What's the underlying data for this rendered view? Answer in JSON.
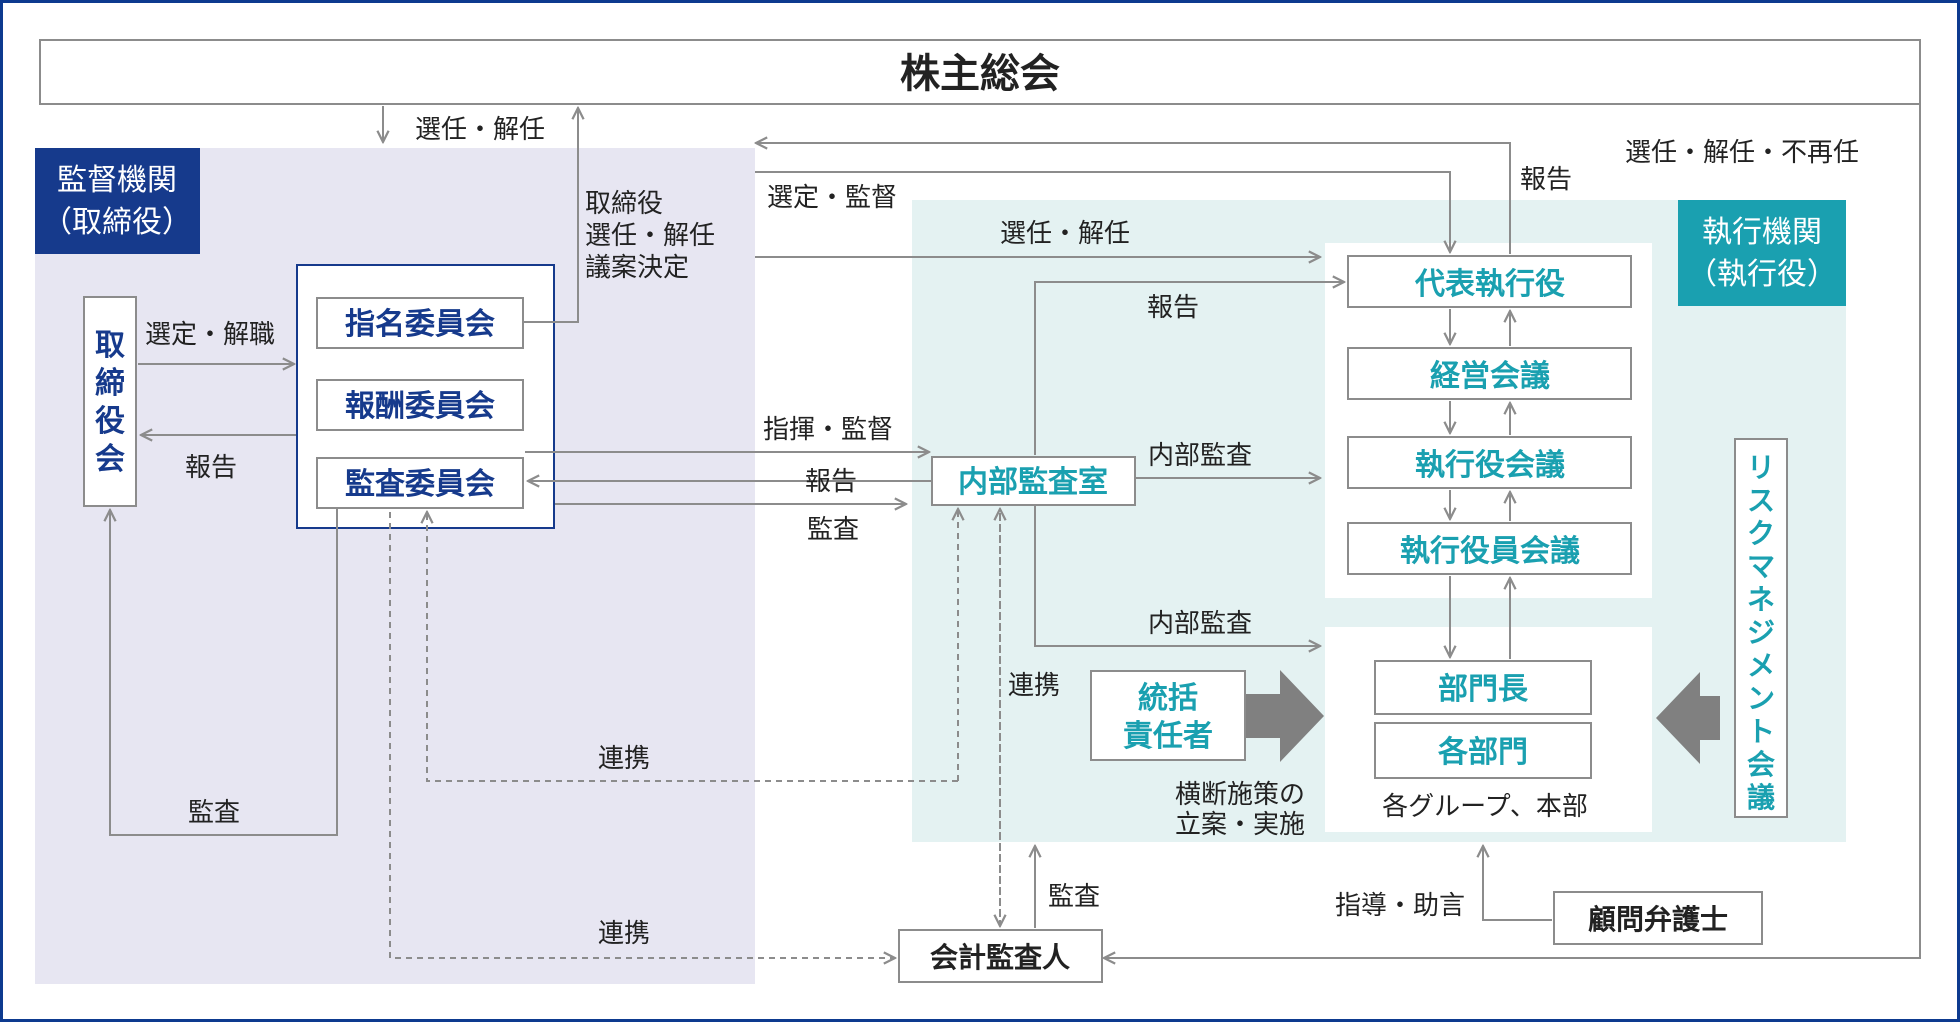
{
  "colors": {
    "frame": "#0d3a8f",
    "supervisory_bg": "#e7e6f2",
    "executive_bg": "#e4f2f2",
    "navy": "#163a8c",
    "teal": "#1aa0b0",
    "text": "#222222",
    "line": "#8c8c8c"
  },
  "shareholders": {
    "title": "株主総会"
  },
  "supervisory": {
    "badge_line1": "監督機関",
    "badge_line2": "（取締役）",
    "board_chars": [
      "取",
      "締",
      "役",
      "会"
    ],
    "committees": {
      "nomination": "指名委員会",
      "compensation": "報酬委員会",
      "audit": "監査委員会"
    }
  },
  "executive": {
    "badge_line1": "執行機関",
    "badge_line2": "（執行役）",
    "ceo": "代表執行役",
    "management_meeting": "経営会議",
    "exec_officers_meeting": "執行役会議",
    "exec_members_meeting": "執行役員会議",
    "dept_head": "部門長",
    "departments": "各部門",
    "groups_note": "各グループ、本部",
    "general_manager_line1": "統括",
    "general_manager_line2": "責任者",
    "cross_note_line1": "横断施策の",
    "cross_note_line2": "立案・実施",
    "risk_chars": [
      "リ",
      "ス",
      "ク",
      "マ",
      "ネ",
      "ジ",
      "メ",
      "ン",
      "ト",
      "会",
      "議"
    ]
  },
  "internal_audit": {
    "label": "内部監査室"
  },
  "external": {
    "accounting_auditor": "会計監査人",
    "legal_counsel": "顧問弁護士"
  },
  "edge_labels": {
    "elect_dismiss": "選任・解任",
    "director_line1": "取締役",
    "director_line2": "選任・解任",
    "director_line3": "議案決定",
    "select_remove": "選定・解職",
    "report": "報告",
    "audit": "監査",
    "select_supervise": "選定・監督",
    "command_supervise": "指揮・監督",
    "internal_audit": "内部監査",
    "coordination": "連携",
    "elect_dismiss_nonreappoint": "選任・解任・不再任",
    "guidance_advice": "指導・助言"
  }
}
